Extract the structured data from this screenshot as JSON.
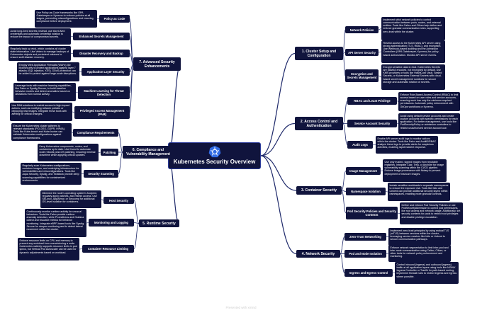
{
  "center": {
    "title": "Kubernetes Security Overview",
    "logo_icon": "kubernetes-helm-icon"
  },
  "colors": {
    "node_bg": "#10143d",
    "line": "#1f2a6b",
    "text": "#ffffff"
  },
  "branches": [
    {
      "title": "1. Cluster Setup and Configuration",
      "children": [
        {
          "label": "Network Policies",
          "desc": "Implement strict network policies to control communication between pods, nodes, and external entities. Tools like Calico and Cilium help define and enforce granular communication rules, supporting zero-trust within the cluster."
        },
        {
          "label": "API Server Security",
          "desc": "Restrict access to the Kubernetes API server using strong authentication (TLS, RBAC), and encryption. Use Webhook-based auditing and the Admission Controllers (OPA Gatekeeper, Kyverno) for policy-based authorization. Monitor API server events."
        },
        {
          "label": "Encryption and Secrets Management",
          "desc": "Encrypt sensitive data in etcd. Kubernetes Secrets are base64 encoded, not encrypted by default. Use KMS providers or tools like HashiCorp Vault, Sealed Secrets, or Kubernetes External Secrets with cloud-based secret management solutions for secure storage and automatic rotation of secrets."
        }
      ]
    },
    {
      "title": "2. Access Control and Authentication",
      "children": [
        {
          "label": "RBAC and Least Privilege",
          "desc": "Enforce Role-Based Access Control (RBAC) to limit access based on user roles and service accounts, ensuring each has only the minimum required permissions. Automate policy enforcement with GitOps workflows or Kyverno."
        },
        {
          "label": "Service Account Security",
          "desc": "Avoid using default service accounts and create custom accounts with specific permissions for each application. For better management, use tools like PodSecurityPolicy or admission controllers to restrict unauthorized service account use."
        },
        {
          "label": "Audit Logs",
          "desc": "Enable API server audit logs to monitor actions within the cluster. Tools like Falco and AuditD/RBAC analyze these logs to provide alerts for suspicious activities, enabling rapid incident response."
        }
      ]
    },
    {
      "title": "3. Container Security",
      "children": [
        {
          "label": "Image Management",
          "desc": "Use only trusted, signed images from reputable registries. Integrate Clair, Trivy, or Anchore for image vulnerability scanning within the CI/CD pipeline. Enforce image provenance with Notary to prevent deployment of insecure images."
        },
        {
          "label": "Namespace Isolation",
          "desc": "Isolate sensitive workloads in separate namespaces to reduce the exposure risk. Tools like Istio and Linkerd can provide additional security layers within namespaces, enabling more granular controls."
        },
        {
          "label": "Pod Security Policies and Security Contexts",
          "desc": "Define and enforce Pod Security Policies or use PodSecurityAdmission to control pod permissions, like root access and network usage. Additionally, set security contexts for pods to restrict root privileges and disable privilege escalation."
        }
      ]
    },
    {
      "title": "4. Network Security",
      "children": [
        {
          "label": "Zero-Trust Networking",
          "desc": "Implement zero-trust principles by using mutual TLS (mTLS) between services within the cluster, leveraging service meshes like Istio or Linkerd to secure communication pathways."
        },
        {
          "label": "Pod and Node Isolation",
          "desc": "Enforce network segmentation to limit inter-pod and inter-node communication using Calico, Cilium, or other tools for network policy enforcement and monitoring."
        },
        {
          "label": "Ingress and Egress Control",
          "desc": "Control inbound (ingress) and outbound (egress) traffic at all application layers using tools like NGINX Ingress Controller or Traefik for path-based routing, implement firewall rules to restrict ingress and egress where possible."
        }
      ]
    },
    {
      "title": "5. Runtime Security",
      "children": [
        {
          "label": "Host Security",
          "desc": "Minimize the node's operating system's footprint, regularly apply patches, and restrict access. Use SELinux, AppArmor, or Seccomp for additional OS-level isolation for containers."
        },
        {
          "label": "Monitoring and Logging",
          "desc": "Continuously monitor runtime activity for unusual behaviors. Tools like Falco provide runtime anomaly detection, while Prometheus and Grafana collect and visualize metrics for behavior monitoring. Integrate eBPF-based tools like Sysdig Secure for deeper monitoring and to detect lateral movement within the cluster."
        },
        {
          "label": "Container Resource Limiting",
          "desc": "Enforce resource limits on CPU and memory to prevent any workload from overwhelming a node. Kubernetes natively supports resource limits in pod specs, but Vertical Pod Autoscaler can be used for dynamic adjustments based on workload."
        }
      ]
    },
    {
      "title": "6. Compliance and Vulnerability Management",
      "children": [
        {
          "label": "Compliance Requirements",
          "desc": "Ensure the Kubernetes cluster adheres to relevant standards (PCI-DSS, GDPR, HIPAA). Tools like Kube-bench and Kube-hunter can validate Kubernetes configurations against compliance frameworks."
        },
        {
          "label": "Patching",
          "desc": "Keep Kubernetes components, nodes, and containers up to date. Use Kured to automate node reboots post-OS patching, ensuring minimal downtime while applying critical updates."
        },
        {
          "label": "Security Scanning",
          "desc": "Regularly scan Kubernetes configurations, container images, and underlying infrastructure for vulnerabilities and misconfigurations. Tools like Aqua Security, Sysdig, and Twistlock provide deep scanning capabilities for containerized environments."
        }
      ]
    },
    {
      "title": "7. Advanced Security Enhancements",
      "children": [
        {
          "label": "Policy as Code",
          "desc": "Use Policy-as-Code frameworks like OPA Gatekeeper or Kyverno to enforce policies at all stages, preventing misconfigurations and ensuring compliance before deployment."
        },
        {
          "label": "Enhanced Secrets Management",
          "desc": "Avoid long-lived secrets; instead, use short-lived credentials and automatic credential rotation to reduce the impact of compromised secrets."
        },
        {
          "label": "Disaster Recovery and Backup",
          "desc": "Regularly back up etcd, which contains all cluster state information. Use Velero to manage backups of Kubernetes objects and persistent volumes to ensure swift disaster recovery."
        },
        {
          "label": "Application Layer Security",
          "desc": "Employ Web Application Firewalls (WAFs) like ModSecurity to protect applications against layer 7 attacks (SQL injection, XSS). DDoS protection can be added to protect against large-scale disruptions."
        },
        {
          "label": "Machine Learning for Threat Detection",
          "desc": "Leverage tools with machine learning capabilities, like Falco or Sysdig Secure, to build baseline behavior models and detect anomalies based on deviations from normal activity."
        },
        {
          "label": "Privileged Access Management (PAM)",
          "desc": "Use PAM solutions to restrict access to high-impact actions, such as modifying network policies or deploying new images. Integrate these tools with alerting for critical changes."
        }
      ]
    }
  ],
  "footer": "Presented with xmind"
}
